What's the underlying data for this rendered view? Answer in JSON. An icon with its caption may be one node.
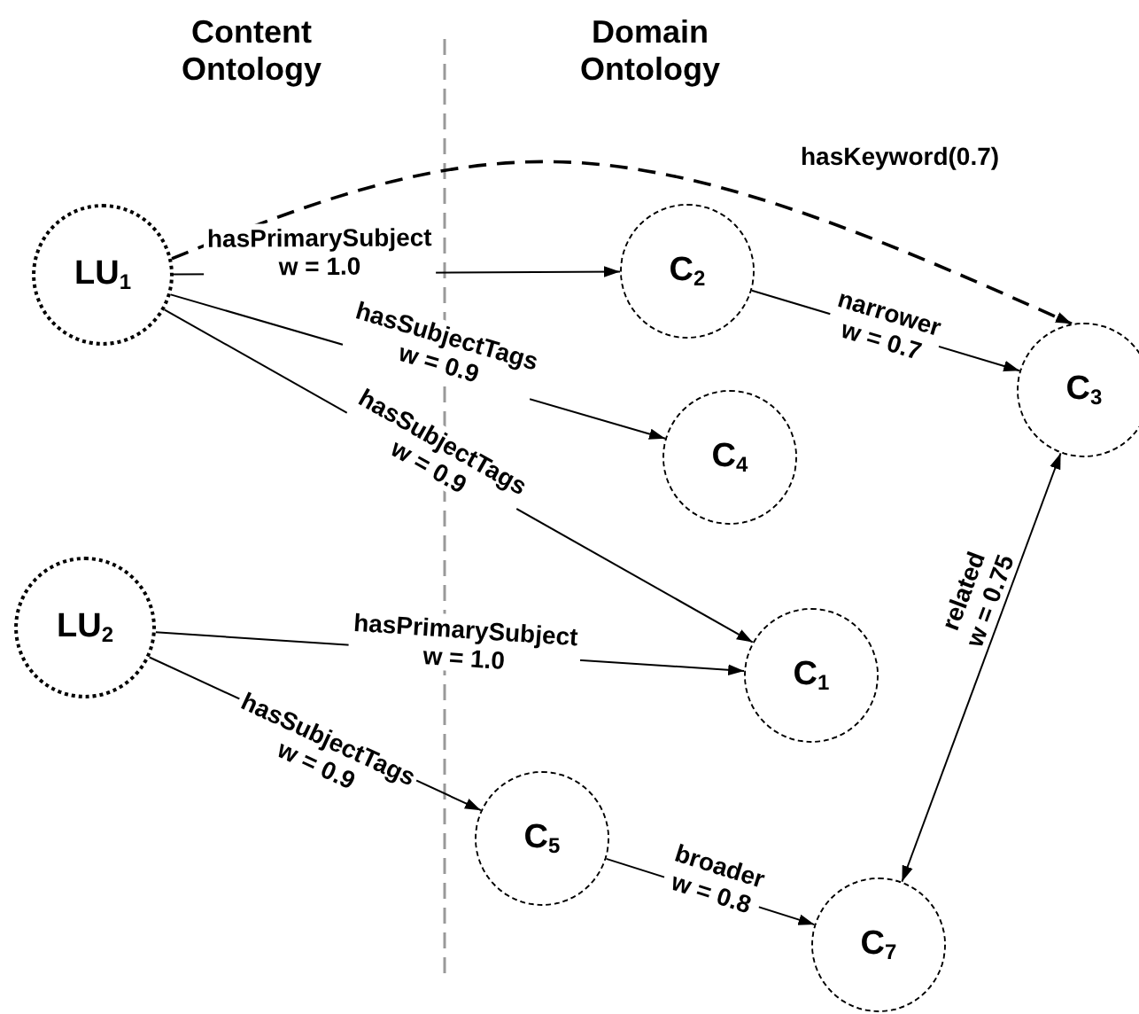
{
  "diagram": {
    "nodes": [
      {
        "text": [
          "LU$_{1}$"
        ]
      },
      {
        "text": [
          "C$_{2}$"
        ]
      },
      {
        "text": [
          "C$_{3}$"
        ]
      },
      {
        "text": [
          "C$_{4}$"
        ]
      },
      {
        "text": [
          "LU$_{2}$"
        ]
      },
      {
        "text": [
          "C$_{1}$"
        ]
      },
      {
        "text": [
          "C$_{5}$"
        ]
      },
      {
        "text": [
          "C$_{7}$"
        ]
      }
    ],
    "edges": [
      {
        "from": 0,
        "to": 1,
        "arrow": "to",
        "label": "hasPrimarySubject w = 1.0"
      },
      {
        "from": 0,
        "to": 2,
        "arrow": "to",
        "label": "hasKeyword(0.7)",
        "style": "dashed"
      },
      {
        "from": 0,
        "to": 3,
        "arrow": "to",
        "label": "hasSubjectTags w = 0.9"
      },
      {
        "from": 0,
        "to": 5,
        "arrow": "to",
        "label": "hasSubjectTags w = 0.9"
      },
      {
        "from": 1,
        "to": 2,
        "arrow": "to",
        "label": "narrower w = 0.7"
      },
      {
        "from": 4,
        "to": 5,
        "arrow": "to",
        "label": "hasPrimarySubject w = 1.0"
      },
      {
        "from": 4,
        "to": 6,
        "arrow": "to",
        "label": "hasSubjectTags w = 0.9"
      },
      {
        "from": 2,
        "to": 7,
        "arrow": "both",
        "label": "related w = 0.75"
      },
      {
        "from": 6,
        "to": 7,
        "arrow": "to",
        "label": "broader w = 0.8"
      }
    ],
    "labels": [
      "Content Ontology",
      "Domain Ontology"
    ]
  }
}
